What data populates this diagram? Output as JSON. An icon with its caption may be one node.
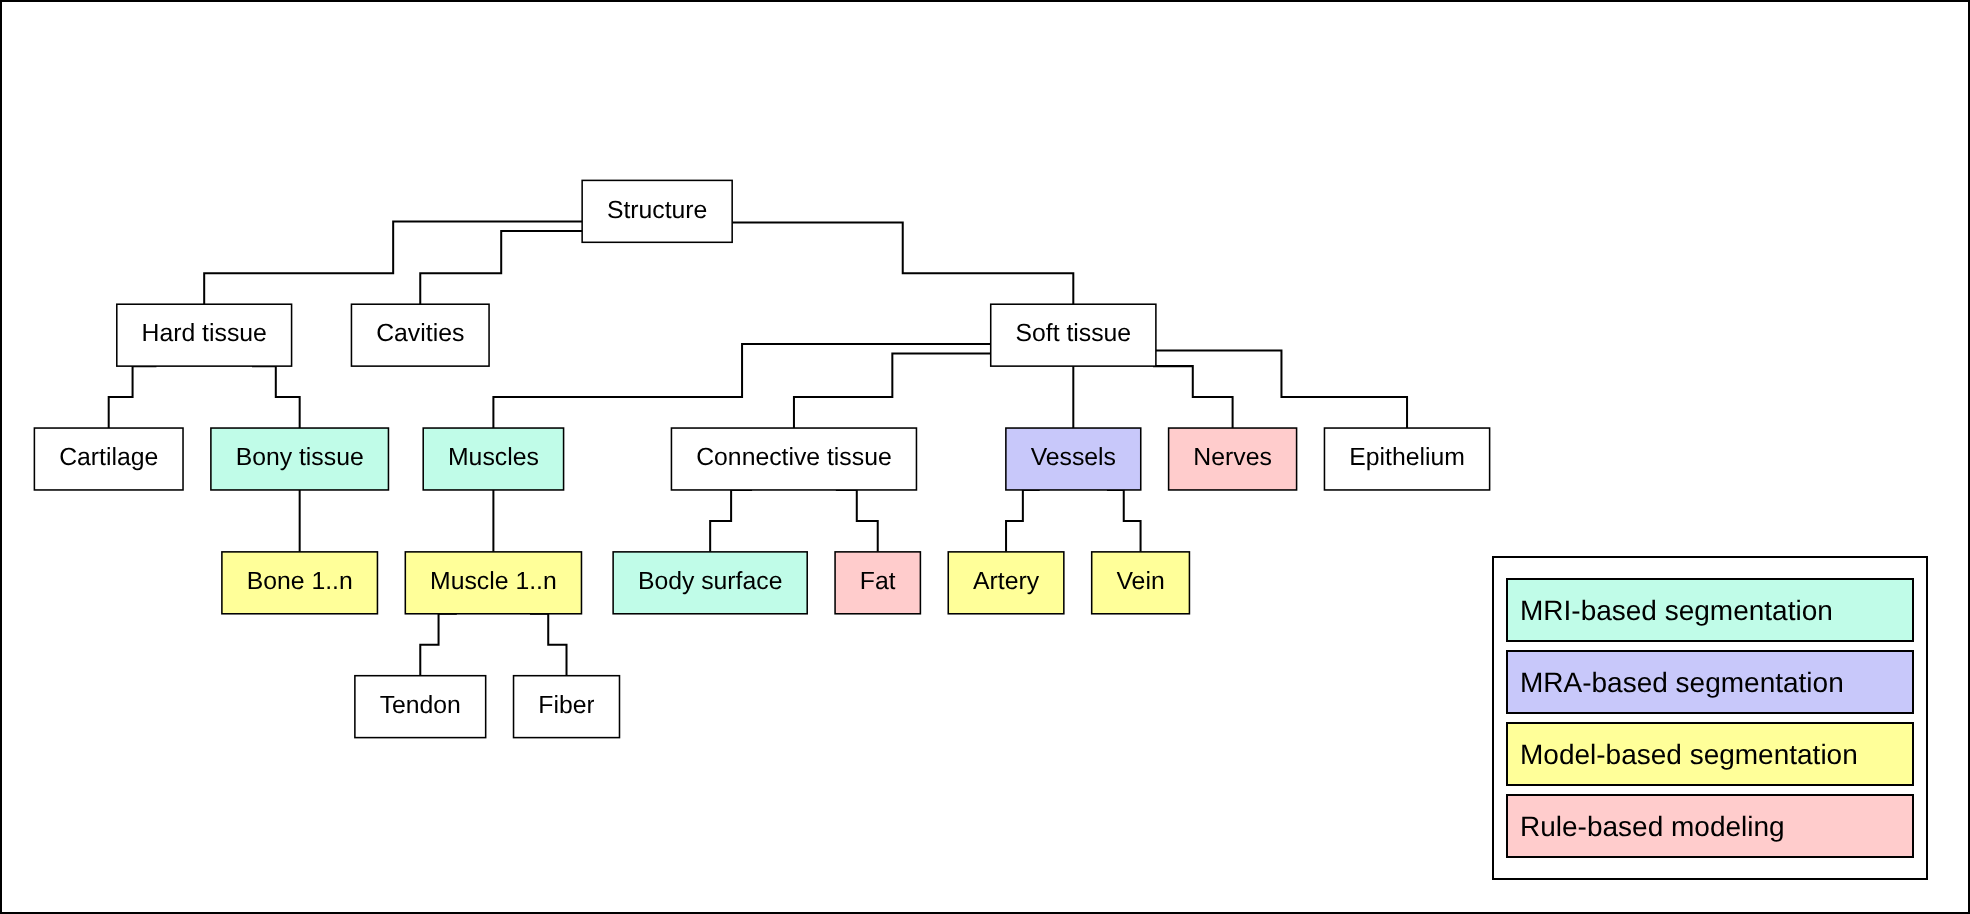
{
  "diagram": {
    "nodes": [
      {
        "text": [
          "Structure"
        ]
      },
      {
        "text": [
          "Hard tissue"
        ]
      },
      {
        "text": [
          "Cavities"
        ]
      },
      {
        "text": [
          "Soft tissue"
        ]
      },
      {
        "text": [
          "Cartilage"
        ]
      },
      {
        "text": [
          "Bony tissue"
        ]
      },
      {
        "text": [
          "Bone 1..n"
        ]
      },
      {
        "text": [
          "Muscles"
        ]
      },
      {
        "text": [
          "Connective tissue"
        ]
      },
      {
        "text": [
          "Vessels"
        ]
      },
      {
        "text": [
          "Nerves"
        ]
      },
      {
        "text": [
          "Epithelium"
        ]
      },
      {
        "text": [
          "Muscle 1..n"
        ]
      },
      {
        "text": [
          "Body surface"
        ]
      },
      {
        "text": [
          "Fat"
        ]
      },
      {
        "text": [
          "Artery"
        ]
      },
      {
        "text": [
          "Vein"
        ]
      },
      {
        "text": [
          "Tendon"
        ]
      },
      {
        "text": [
          "Fiber"
        ]
      }
    ],
    "edges": [
      {
        "from": 0,
        "to": 1,
        "arrow": "none"
      },
      {
        "from": 0,
        "to": 2,
        "arrow": "none"
      },
      {
        "from": 0,
        "to": 3,
        "arrow": "none"
      },
      {
        "from": 1,
        "to": 4,
        "arrow": "none"
      },
      {
        "from": 1,
        "to": 5,
        "arrow": "none"
      },
      {
        "from": 5,
        "to": 6,
        "arrow": "none"
      },
      {
        "from": 3,
        "to": 7,
        "arrow": "none"
      },
      {
        "from": 3,
        "to": 8,
        "arrow": "none"
      },
      {
        "from": 3,
        "to": 9,
        "arrow": "none"
      },
      {
        "from": 3,
        "to": 10,
        "arrow": "none"
      },
      {
        "from": 3,
        "to": 11,
        "arrow": "none"
      },
      {
        "from": 7,
        "to": 12,
        "arrow": "none"
      },
      {
        "from": 8,
        "to": 13,
        "arrow": "none"
      },
      {
        "from": 8,
        "to": 14,
        "arrow": "none"
      },
      {
        "from": 9,
        "to": 15,
        "arrow": "none"
      },
      {
        "from": 9,
        "to": 16,
        "arrow": "none"
      },
      {
        "from": 12,
        "to": 17,
        "arrow": "none"
      },
      {
        "from": 12,
        "to": 18,
        "arrow": "none"
      }
    ],
    "legend": [
      {
        "text": "MRI-based segmentation",
        "color": "#c0fce8"
      },
      {
        "text": "MRA-based segmentation",
        "color": "#c8c8fa"
      },
      {
        "text": "Model-based segmentation",
        "color": "#ffff99"
      },
      {
        "text": "Rule-based modeling",
        "color": "#ffcccc"
      }
    ]
  }
}
